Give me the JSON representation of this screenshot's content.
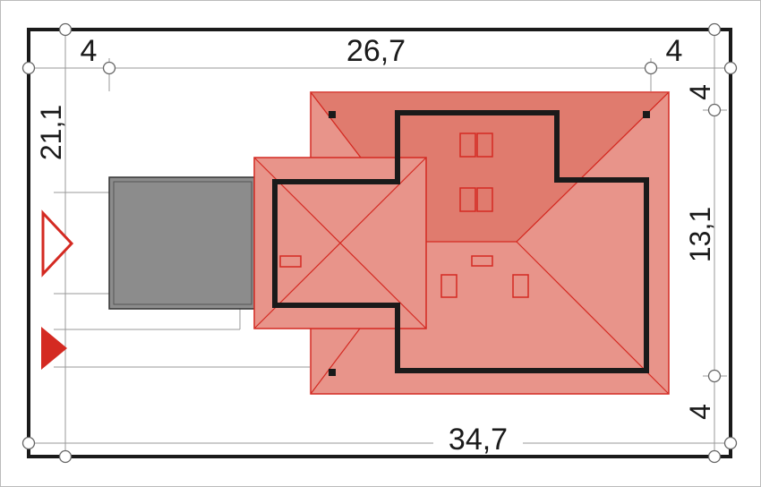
{
  "dimensions": {
    "top_left_margin": "4",
    "top_width": "26,7",
    "top_right_margin": "4",
    "left_depth": "21,1",
    "right_top_margin": "4",
    "right_depth": "13,1",
    "right_bottom_margin": "4",
    "bottom_total_width": "34,7"
  },
  "colors": {
    "roof_fill": "#e8948a",
    "roof_dark": "#e07b6e",
    "roof_line": "#d42a22",
    "wall_line": "#1a1a1a",
    "garage_fill": "#8c8c8c",
    "border": "#1a1a1a",
    "arrow_red": "#d42a22"
  },
  "icons": [
    "entrance-arrow-outline-icon",
    "entrance-arrow-solid-icon"
  ]
}
